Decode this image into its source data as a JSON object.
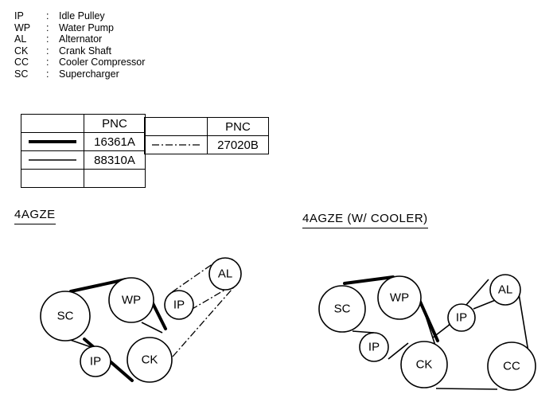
{
  "legend": [
    {
      "code": "IP",
      "desc": "Idle Pulley"
    },
    {
      "code": "WP",
      "desc": "Water Pump"
    },
    {
      "code": "AL",
      "desc": "Alternator"
    },
    {
      "code": "CK",
      "desc": "Crank Shaft"
    },
    {
      "code": "CC",
      "desc": "Cooler Compressor"
    },
    {
      "code": "SC",
      "desc": "Supercharger"
    }
  ],
  "pnc_table": {
    "header": "PNC",
    "entries": [
      {
        "line_style": "thick-solid",
        "pnc": "16361A"
      },
      {
        "line_style": "thin-solid",
        "pnc": "88310A"
      },
      {
        "line_style": "dash-dot",
        "pnc": "27020B"
      }
    ]
  },
  "diagrams": [
    {
      "title": "4AGZE",
      "pulleys": {
        "SC": "SC",
        "WP": "WP",
        "IP_upper": "IP",
        "AL": "AL",
        "IP_lower": "IP",
        "CK": "CK"
      }
    },
    {
      "title": "4AGZE (W/ COOLER)",
      "pulleys": {
        "SC": "SC",
        "WP": "WP",
        "AL": "AL",
        "IP_upper": "IP",
        "IP_lower": "IP",
        "CK": "CK",
        "CC": "CC"
      }
    }
  ]
}
